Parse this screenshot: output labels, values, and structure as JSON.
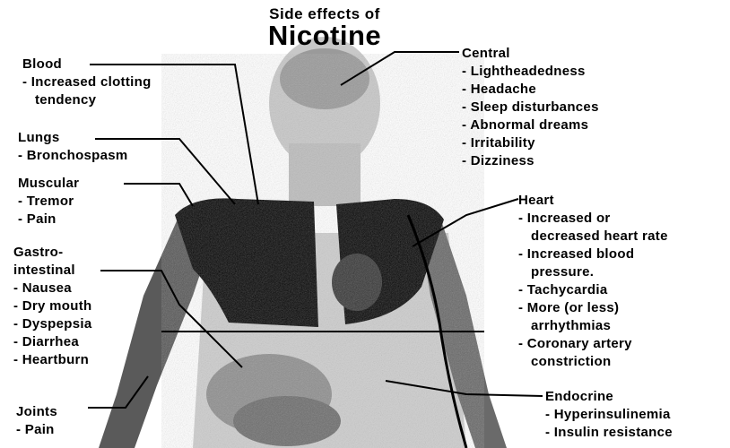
{
  "title": {
    "line1": "Side effects of",
    "line2": "Nicotine"
  },
  "groups": {
    "blood": {
      "heading": "Blood",
      "items": [
        "Increased clotting"
      ],
      "continuation": "tendency"
    },
    "lungs": {
      "heading": "Lungs",
      "items": [
        "Bronchospasm"
      ]
    },
    "muscular": {
      "heading": "Muscular",
      "items": [
        "Tremor",
        "Pain"
      ]
    },
    "gastro": {
      "heading_line1": "Gastro-",
      "heading_line2": "intestinal",
      "items": [
        "Nausea",
        "Dry mouth",
        "Dyspepsia",
        "Diarrhea",
        "Heartburn"
      ]
    },
    "joints": {
      "heading": "Joints",
      "items": [
        "Pain"
      ]
    },
    "central": {
      "heading": "Central",
      "items": [
        "Lightheadedness",
        "Headache",
        "Sleep disturbances",
        "Abnormal dreams",
        "Irritability",
        "Dizziness"
      ]
    },
    "heart": {
      "heading": "Heart",
      "item1": "Increased or",
      "item1_cont": "decreased heart rate",
      "item2": "Increased blood",
      "item2_cont": "pressure.",
      "item3": "Tachycardia",
      "item4": "More (or less)",
      "item4_cont": "arrhythmias",
      "item5": "Coronary artery",
      "item5_cont": "constriction"
    },
    "endocrine": {
      "heading": "Endocrine",
      "items": [
        "Hyperinsulinemia",
        "Insulin resistance"
      ]
    }
  },
  "colors": {
    "ink": "#000000",
    "body_dark": "#0b0b0b",
    "body_mid": "#8a8a8a",
    "body_light": "#cfcfcf",
    "background": "#ffffff"
  }
}
